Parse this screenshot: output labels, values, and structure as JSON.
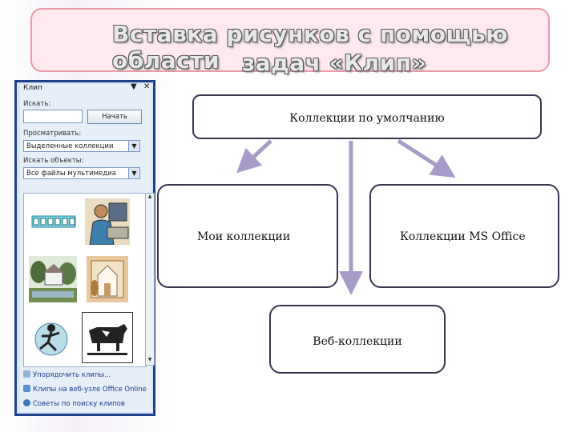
{
  "slide": {
    "title_line1": "Вставка рисунков с помощью области",
    "title_line2": "задач «Клип»"
  },
  "task_pane": {
    "title": "Клип",
    "dropdown_glyph": "▼",
    "close_glyph": "✕",
    "search_label": "Искать:",
    "search_value": "",
    "search_button": "Начать",
    "view_label": "Просматривать:",
    "view_value": "Выделенные коллекции",
    "type_label": "Искать объекты:",
    "type_value": "Все файлы мультимедиа",
    "links": [
      "Упорядочить клипы...",
      "Клипы на веб-узле Office Online",
      "Советы по поиску клипов"
    ]
  },
  "diagram": {
    "top": "Коллекции по умолчанию",
    "left": "Мои коллекции",
    "right": "Коллекции MS Office",
    "bottom": "Веб-коллекции"
  },
  "colors": {
    "title_bg": "#fde9ee",
    "title_border": "#ea9aa9",
    "arrow": "#a79cc9",
    "node_border": "#3a3450",
    "pane_border": "#1e3f8c"
  }
}
